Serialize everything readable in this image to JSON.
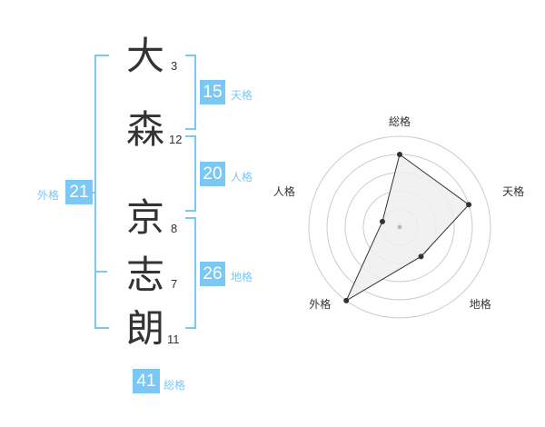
{
  "name_chars": [
    {
      "char": "大",
      "strokes": "3"
    },
    {
      "char": "森",
      "strokes": "12"
    },
    {
      "char": "京",
      "strokes": "8"
    },
    {
      "char": "志",
      "strokes": "7"
    },
    {
      "char": "朗",
      "strokes": "11"
    }
  ],
  "kakusu": {
    "tenkaku": {
      "value": "15",
      "label": "天格"
    },
    "jinkaku": {
      "value": "20",
      "label": "人格"
    },
    "chikaku": {
      "value": "26",
      "label": "地格"
    },
    "gaikaku": {
      "value": "21",
      "label": "外格"
    },
    "soukaku": {
      "value": "41",
      "label": "総格"
    }
  },
  "chart_data": {
    "type": "radar",
    "axes": [
      "総格",
      "天格",
      "地格",
      "外格",
      "人格"
    ],
    "values": [
      4,
      4,
      2,
      5,
      1
    ],
    "max": 5,
    "rings": 5,
    "colors": {
      "fill": "#efefef",
      "line": "#333333",
      "ring": "#cccccc"
    }
  },
  "colors": {
    "accent": "#7cc8f4",
    "text": "#333333"
  }
}
